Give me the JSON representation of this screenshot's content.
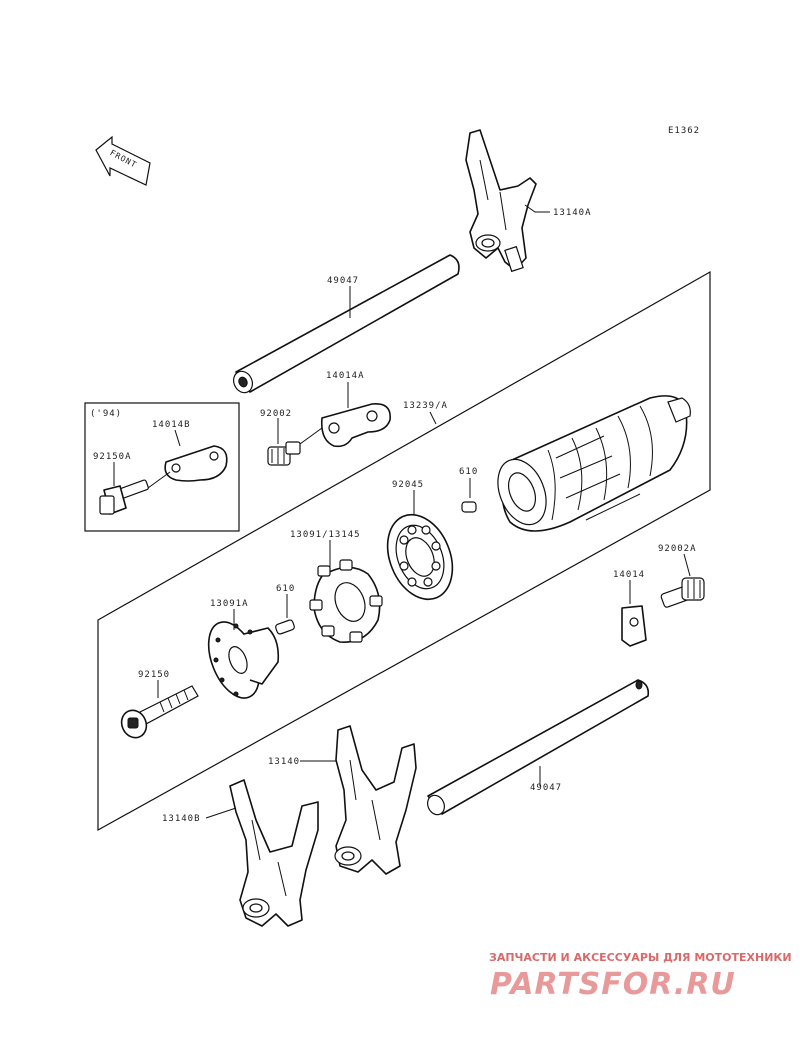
{
  "diagram_code": "E1362",
  "front_label": "FRONT",
  "inset_label": "('94)",
  "parts": {
    "fork_13140a": "13140A",
    "shaft_upper": "49047",
    "plate_14014a": "14014A",
    "drum": "13239/A",
    "bolt_92002": "92002",
    "plate_14014b": "14014B",
    "bolt_92150a": "92150A",
    "pin_610_upper": "610",
    "bearing_92045": "92045",
    "holder_13091_13145": "13091/13145",
    "bolt_92002a": "92002A",
    "plate_14014": "14014",
    "cam_13091a": "13091A",
    "pin_610_lower": "610",
    "bolt_92150": "92150",
    "fork_13140": "13140",
    "shaft_lower": "49047",
    "fork_13140b": "13140B"
  },
  "watermark": {
    "top_text": "ЗАПЧАСТИ И АКСЕССУАРЫ ДЛЯ МОТОТЕХНИКИ",
    "brand_text": "PARTSFOR.RU"
  }
}
